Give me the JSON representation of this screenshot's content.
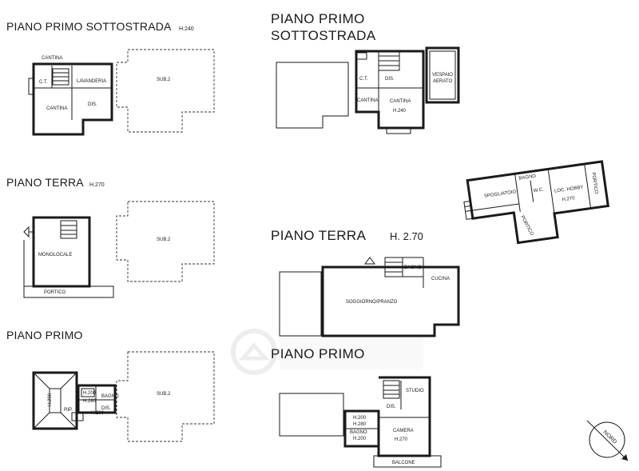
{
  "left": {
    "sottostrada": {
      "title": "PIANO PRIMO SOTTOSTRADA",
      "height": "H.240",
      "rooms": {
        "cantina_top": "CANTINA",
        "ct": "C.T.",
        "lavanderia": "LAVANDERIA",
        "cantina": "CANTINA",
        "dis": "DIS.",
        "sub": "SUB.2"
      }
    },
    "terra": {
      "title": "PIANO TERRA",
      "height": "H.270",
      "rooms": {
        "monolocale": "MONOLOCALE",
        "portico": "PORTICO",
        "sub": "SUB.2"
      }
    },
    "primo": {
      "title": "PIANO PRIMO",
      "rooms": {
        "h200a": "H.200",
        "h280": "H.280",
        "h200b": "H.200",
        "h200c": "H.200",
        "bagno": "BAGNO",
        "rip": "RIP.",
        "dis": "DIS.",
        "sub": "SUB.2"
      }
    }
  },
  "right": {
    "sottostrada": {
      "title_line1": "PIANO PRIMO",
      "title_line2": "SOTTOSTRADA",
      "rooms": {
        "ct": "C.T.",
        "dis": "DIS.",
        "vespaio1": "VESPAIO",
        "vespaio2": "AERATO",
        "cantina_small": "CANTINA",
        "cantina": "CANTINA",
        "h240": "H.240"
      }
    },
    "annex": {
      "rooms": {
        "bagno": "BAGNO",
        "spogliatoio": "SPOGLIATOIO",
        "wc": "W.C.",
        "loc_hobby": "LOC. HOBBY",
        "h270": "H.270",
        "portico_top": "PORTICO",
        "portico_bottom": "PORTICO"
      }
    },
    "terra": {
      "title": "PIANO TERRA",
      "height": "H. 2.70",
      "rooms": {
        "bagno": "BAGNO",
        "cucina": "CUCINA",
        "soggiorno": "SOGGIORNO/PRANZO"
      }
    },
    "primo": {
      "title": "PIANO PRIMO",
      "rooms": {
        "studio": "STUDIO",
        "dis": "DIS.",
        "h200a": "H.200",
        "h280": "H.280",
        "bagno": "BAGNO",
        "h200b": "H.200",
        "camera": "CAMERA",
        "h270": "H.270",
        "balcone": "BALCONE"
      }
    }
  },
  "north_label": "NORD"
}
